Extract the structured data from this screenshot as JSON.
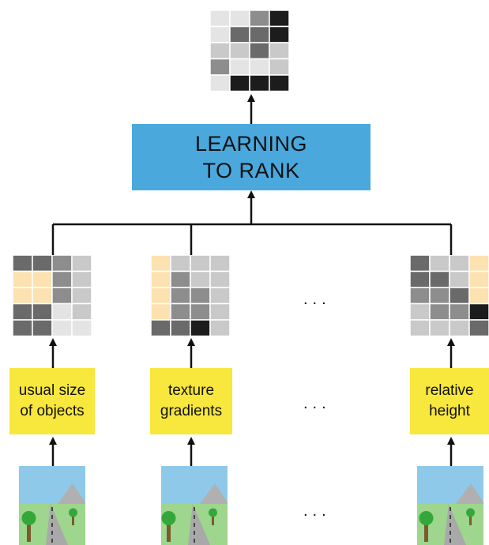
{
  "colors": {
    "rank_box": "#4aa8dc",
    "cue_box": "#f8e73c",
    "highlight_cell": "#fce2b0",
    "sky": "#8ec9ea",
    "grass": "#9dd68c",
    "road": "#a9a9a9",
    "mountain": "#b0b0b0",
    "tree_leaf": "#35a73a",
    "tree_trunk": "#7b5a2e"
  },
  "rank_box": {
    "line1": "LEARNING",
    "line2": "TO RANK"
  },
  "cues": [
    {
      "line1": "usual size",
      "line2": "of objects"
    },
    {
      "line1": "texture",
      "line2": "gradients"
    },
    {
      "line1": "relative",
      "line2": "height"
    }
  ],
  "ellipsis": "...",
  "grids": {
    "output": [
      [
        "#e4e4e4",
        "#e4e4e4",
        "#8d8d8d",
        "#1c1c1c"
      ],
      [
        "#e4e4e4",
        "#6a6a6a",
        "#6a6a6a",
        "#1c1c1c"
      ],
      [
        "#c9c9c9",
        "#c9c9c9",
        "#6a6a6a",
        "#c9c9c9"
      ],
      [
        "#8d8d8d",
        "#e4e4e4",
        "#e4e4e4",
        "#c9c9c9"
      ],
      [
        "#e4e4e4",
        "#1c1c1c",
        "#1c1c1c",
        "#1c1c1c"
      ]
    ],
    "cue1": [
      [
        "#6a6a6a",
        "#6a6a6a",
        "#8d8d8d",
        "#c9c9c9"
      ],
      [
        "#fce2b0",
        "#fce2b0",
        "#8d8d8d",
        "#c9c9c9"
      ],
      [
        "#fce2b0",
        "#fce2b0",
        "#8d8d8d",
        "#c9c9c9"
      ],
      [
        "#6a6a6a",
        "#6a6a6a",
        "#e4e4e4",
        "#c9c9c9"
      ],
      [
        "#6a6a6a",
        "#6a6a6a",
        "#e4e4e4",
        "#e4e4e4"
      ]
    ],
    "cue2": [
      [
        "#fce2b0",
        "#c9c9c9",
        "#c9c9c9",
        "#c9c9c9"
      ],
      [
        "#fce2b0",
        "#8d8d8d",
        "#c9c9c9",
        "#c9c9c9"
      ],
      [
        "#fce2b0",
        "#8d8d8d",
        "#8d8d8d",
        "#c9c9c9"
      ],
      [
        "#fce2b0",
        "#8d8d8d",
        "#8d8d8d",
        "#c9c9c9"
      ],
      [
        "#6a6a6a",
        "#6a6a6a",
        "#1c1c1c",
        "#c9c9c9"
      ]
    ],
    "cue3": [
      [
        "#6a6a6a",
        "#c9c9c9",
        "#c9c9c9",
        "#fce2b0"
      ],
      [
        "#6a6a6a",
        "#6a6a6a",
        "#c9c9c9",
        "#fce2b0"
      ],
      [
        "#8d8d8d",
        "#8d8d8d",
        "#6a6a6a",
        "#fce2b0"
      ],
      [
        "#c9c9c9",
        "#8d8d8d",
        "#8d8d8d",
        "#1c1c1c"
      ],
      [
        "#c9c9c9",
        "#c9c9c9",
        "#c9c9c9",
        "#6a6a6a"
      ]
    ]
  }
}
